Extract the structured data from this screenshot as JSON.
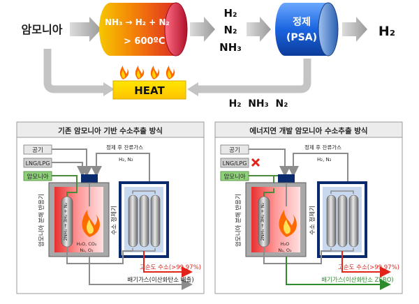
{
  "top": {
    "ammonia": "암모니아",
    "reactor_eq": "NH₃ → H₂ + N₂",
    "reactor_temp": "> 600ºC",
    "out_h2": "H₂",
    "out_n2": "N₂",
    "out_nh3": "NH₃",
    "psa_line1": "정제",
    "psa_line2": "(PSA)",
    "final": "H₂",
    "heat": "HEAT",
    "recycle": "H₂  NH₃  N₂"
  },
  "left_panel": {
    "title": "기존 암모니아 기반 수소추출 방식",
    "air": "공기",
    "lng": "LNG/LPG",
    "ammonia": "암모니아",
    "residual": "정제 후 잔류가스",
    "residual_sub": "H₂, N₂",
    "reactor_label": "암모니아 분해 반응기",
    "reaction": "2NH₃ → 3H₂ + N₂",
    "exhaust_mix1": "H₂O, CO₂",
    "exhaust_mix2": "N₂, O₂",
    "purifier_label": "수소 정제기",
    "product": "고순도 수소(>99.97%)",
    "exhaust": "배기가스(이산화탄소 배출)"
  },
  "right_panel": {
    "title": "에너지연 개발 암모니아 수소추출 방식",
    "air": "공기",
    "lng": "LNG/LPG",
    "ammonia": "암모니아",
    "residual": "정제 후 잔류가스",
    "residual_sub": "H₂, N₂",
    "reactor_label": "암모니아 분해 반응기",
    "reaction": "2NH₃ → 3H₂ + N₂",
    "exhaust_mix1": "H₂O",
    "exhaust_mix2": "N₂, O₂",
    "purifier_label": "수소 정제기",
    "product": "고순도 수소(>99.97%)",
    "exhaust": "배기가스(이산화탄소 ZERO)"
  },
  "colors": {
    "red": "#e2231a",
    "green": "#2e8b2e",
    "navy": "#0a2a6e"
  }
}
